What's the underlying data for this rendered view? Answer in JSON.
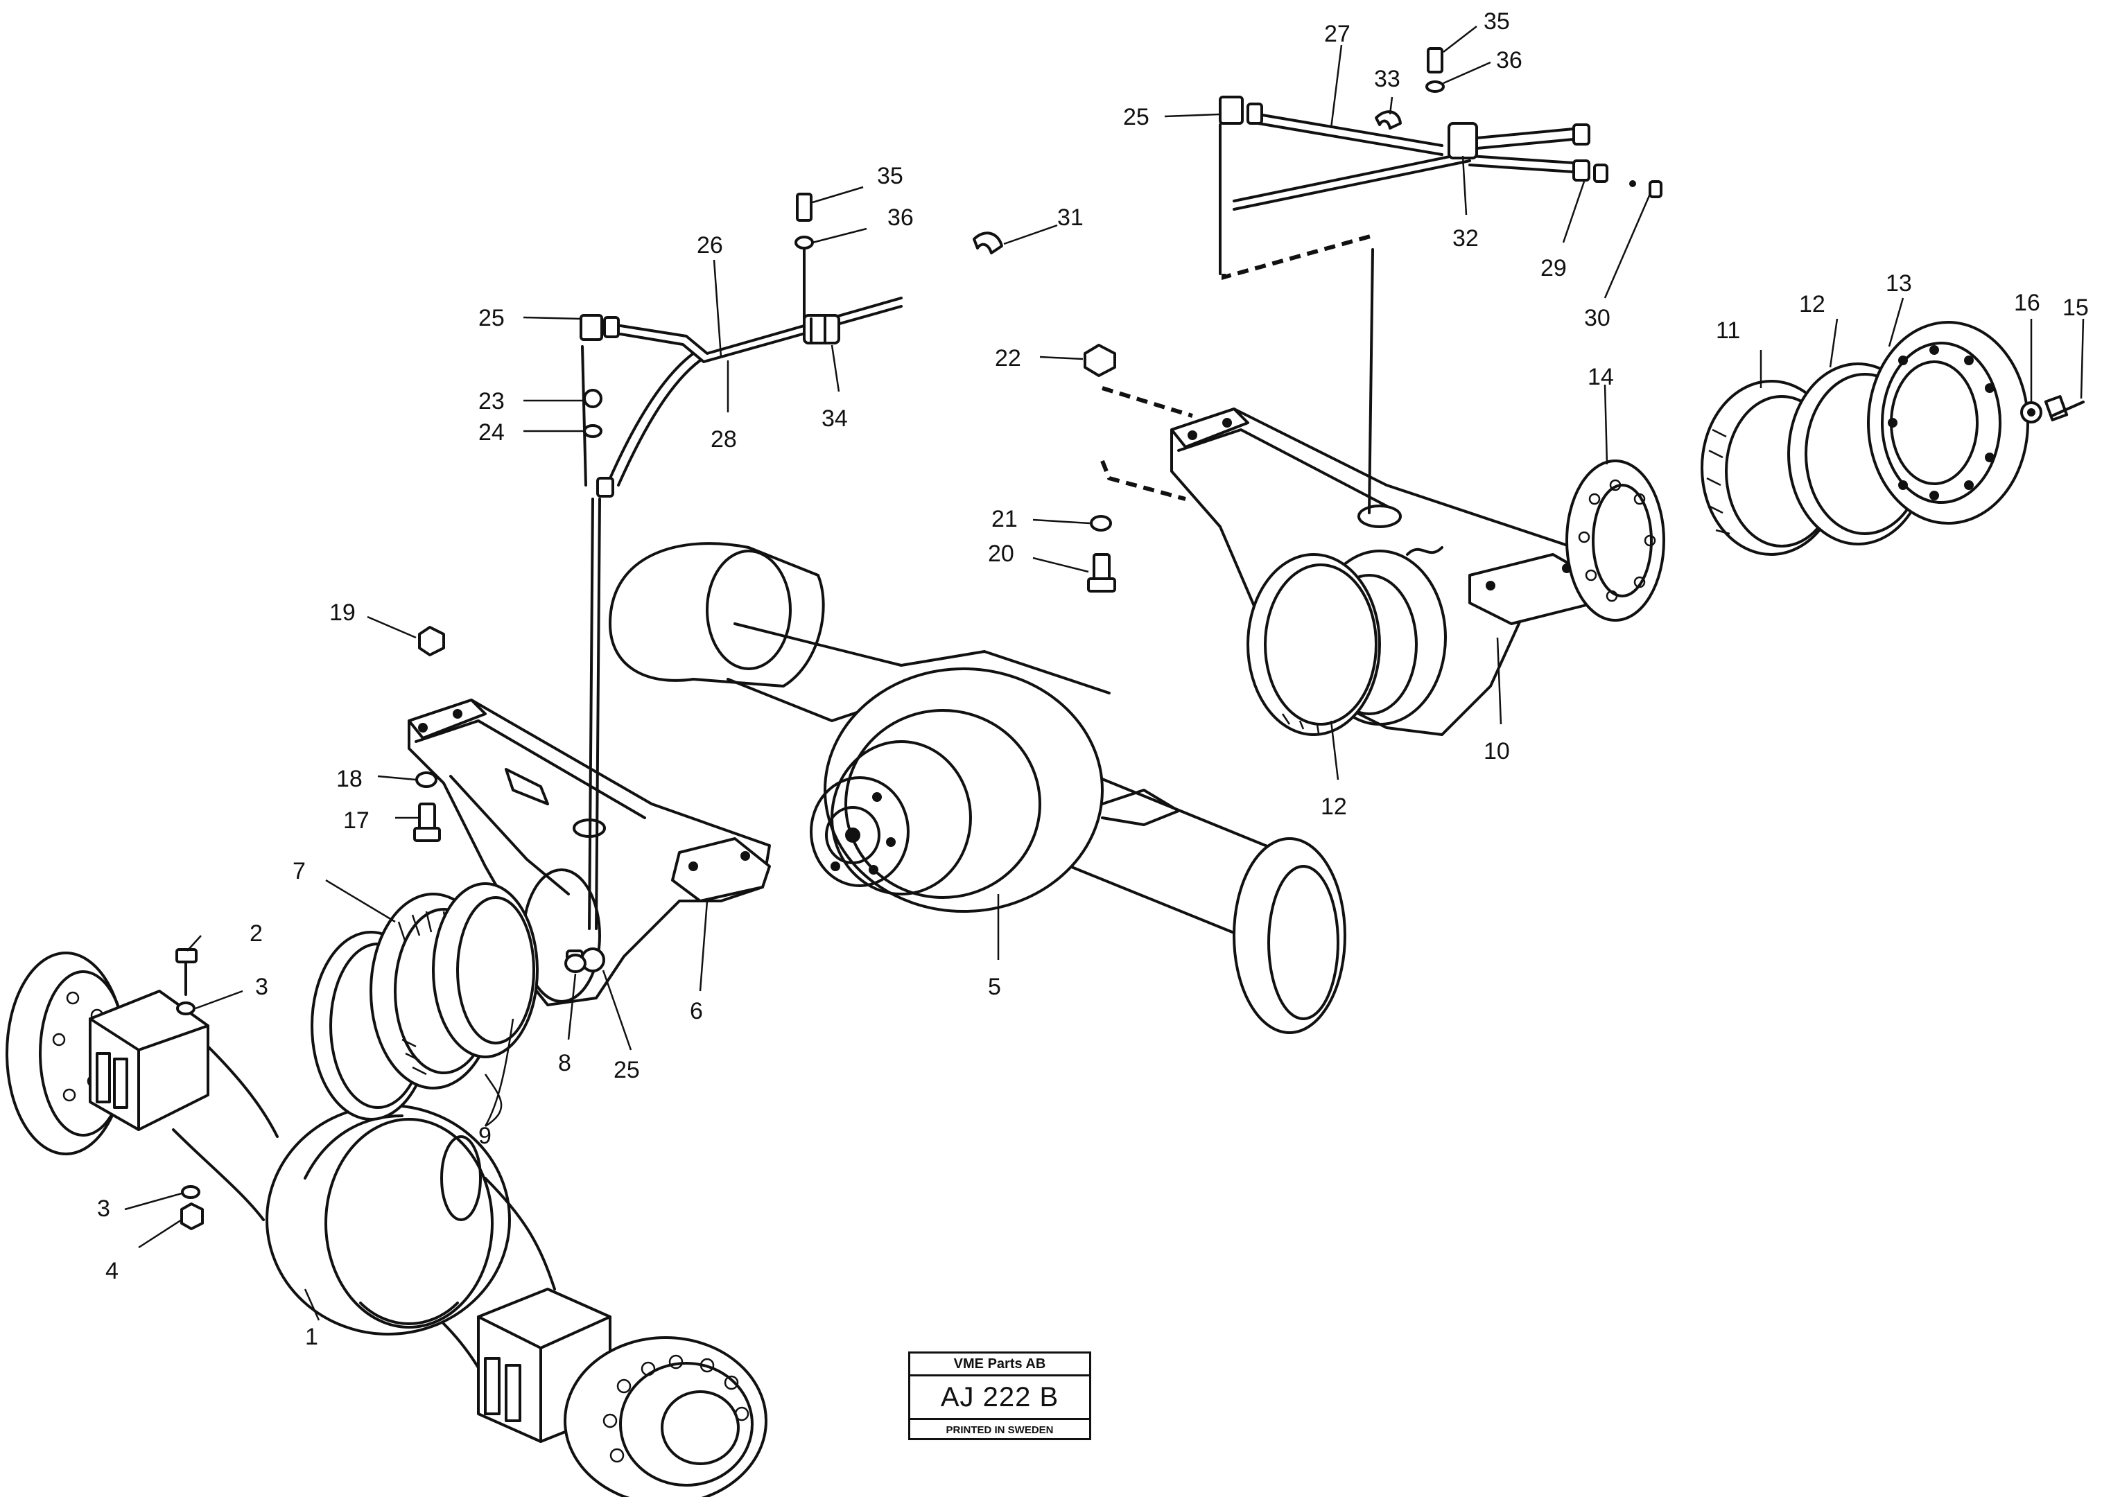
{
  "drawing": {
    "company": "VME Parts AB",
    "drawing_number": "AJ 222 B",
    "print_note": "PRINTED IN SWEDEN"
  },
  "callouts": [
    "1",
    "2",
    "3",
    "3",
    "4",
    "5",
    "6",
    "7",
    "8",
    "9",
    "10",
    "11",
    "12",
    "12",
    "13",
    "14",
    "15",
    "16",
    "17",
    "18",
    "19",
    "20",
    "21",
    "22",
    "23",
    "24",
    "25",
    "25",
    "25",
    "26",
    "27",
    "28",
    "29",
    "30",
    "31",
    "32",
    "33",
    "34",
    "35",
    "35",
    "36",
    "36"
  ]
}
